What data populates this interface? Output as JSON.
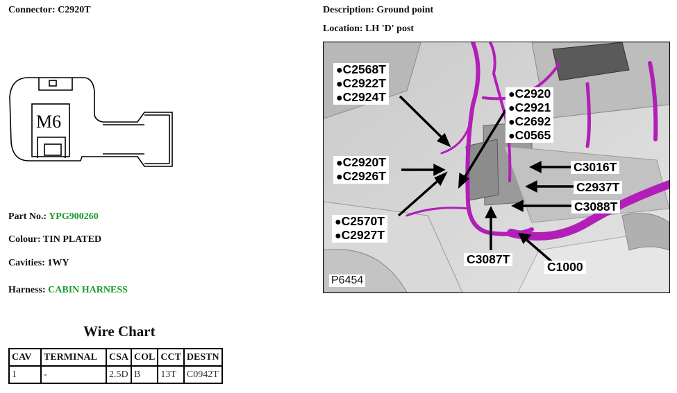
{
  "connector": {
    "label": "Connector:",
    "value": "C2920T"
  },
  "description": {
    "label": "Description:",
    "value": "Ground point"
  },
  "location": {
    "label": "Location:",
    "value": "LH 'D' post"
  },
  "part_no": {
    "label": "Part No.:",
    "value": "YPG900260"
  },
  "colour": {
    "label": "Colour:",
    "value": "TIN PLATED"
  },
  "cavities": {
    "label": "Cavities:",
    "value": "1WY"
  },
  "harness": {
    "label": "Harness:",
    "value": "CABIN HARNESS"
  },
  "drawing": {
    "stud_label": "M6"
  },
  "wire_chart": {
    "title": "Wire Chart",
    "headers": [
      "CAV",
      "TERMINAL",
      "CSA",
      "COL",
      "CCT",
      "DESTN"
    ],
    "rows": [
      [
        "1",
        "-",
        "2.5D",
        "B",
        "13T",
        "C0942T"
      ]
    ]
  },
  "photo": {
    "figure_id": "P6454",
    "callouts": {
      "group_top_left": [
        "C2568T",
        "C2922T",
        "C2924T"
      ],
      "group_top_mid": [
        "C2920",
        "C2921",
        "C2692",
        "C0565"
      ],
      "group_mid_left": [
        "C2920T",
        "C2926T"
      ],
      "group_low_left": [
        "C2570T",
        "C2927T"
      ],
      "c3016t": "C3016T",
      "c2937t": "C2937T",
      "c3088t": "C3088T",
      "c3087t": "C3087T",
      "c1000": "C1000"
    }
  },
  "colors": {
    "harness": "#b21eb8",
    "green_value": "#1a9c2a"
  }
}
